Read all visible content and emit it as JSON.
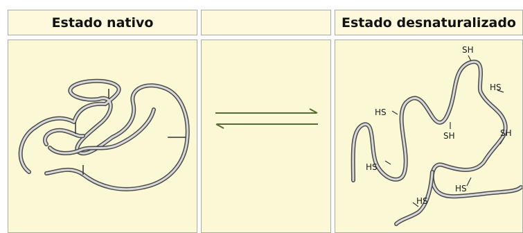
{
  "headers": {
    "native": "Estado nativo",
    "middle": "",
    "denatured": "Estado desnaturalizado"
  },
  "denatured_labels": {
    "sh_top": "SH",
    "hs_right_top": "HS",
    "hs_left": "HS",
    "sh_middle": "SH",
    "sh_right": "SH",
    "hs_lower_left": "HS",
    "hs_lower_right": "HS",
    "hs_bottom": "HS"
  },
  "colors": {
    "cell_background": "#fcfbe2",
    "border": "#a9a9a9",
    "chain_fill": "#d8d8d8",
    "chain_outline": "#4a4a4a",
    "arrow": "#556b2f"
  }
}
